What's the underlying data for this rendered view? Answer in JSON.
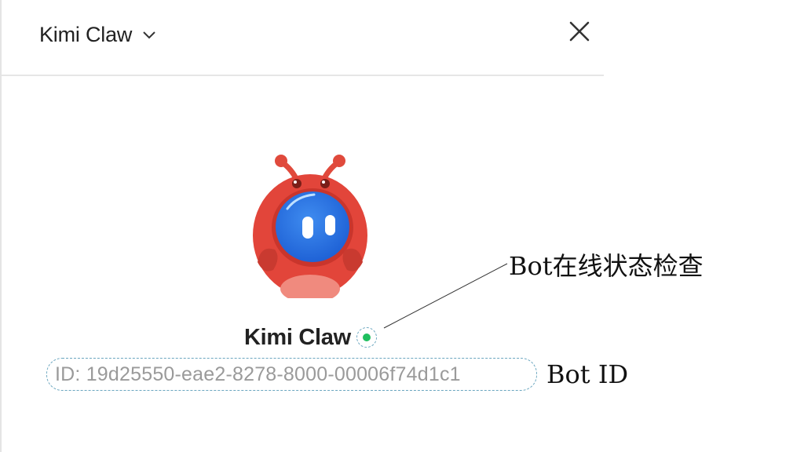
{
  "header": {
    "title": "Kimi Claw",
    "dropdown_icon": "chevron-down-icon",
    "close_icon": "close-icon"
  },
  "profile": {
    "avatar": "lobster-mascot-avatar",
    "name": "Kimi Claw",
    "status": "online",
    "status_color": "#1fbf5f",
    "id_text": "ID: 19d25550-eae2-8278-8000-00006f74d1c1"
  },
  "annotations": {
    "status_label": "Bot在线状态检查",
    "id_label": "Bot ID",
    "highlight_color": "#6aa6bf"
  }
}
